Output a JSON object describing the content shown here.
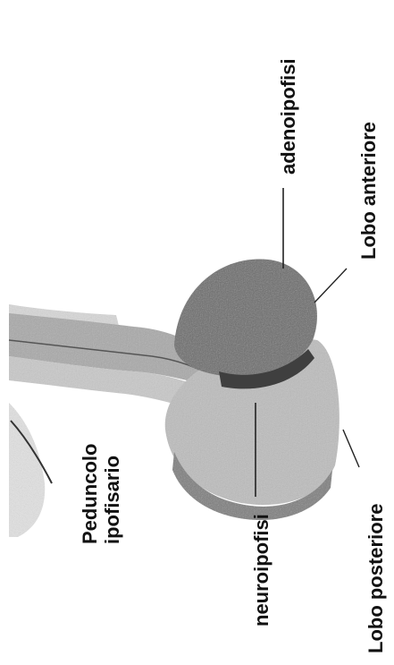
{
  "diagram": {
    "labels": {
      "adenoipofisi": "adenoipofisi",
      "lobo_anteriore": "Lobo anteriore",
      "lobo_posteriore": "Lobo posteriore",
      "neuroipofisi": "neuroipofisi",
      "peduncolo": "Peduncolo",
      "ipofisario": "ipofisario"
    },
    "colors": {
      "anterior_lobe": "#6a6a6a",
      "posterior_lobe": "#bdbdbd",
      "stalk": "#9a9a9a",
      "line": "#333333",
      "text": "#111111"
    }
  }
}
